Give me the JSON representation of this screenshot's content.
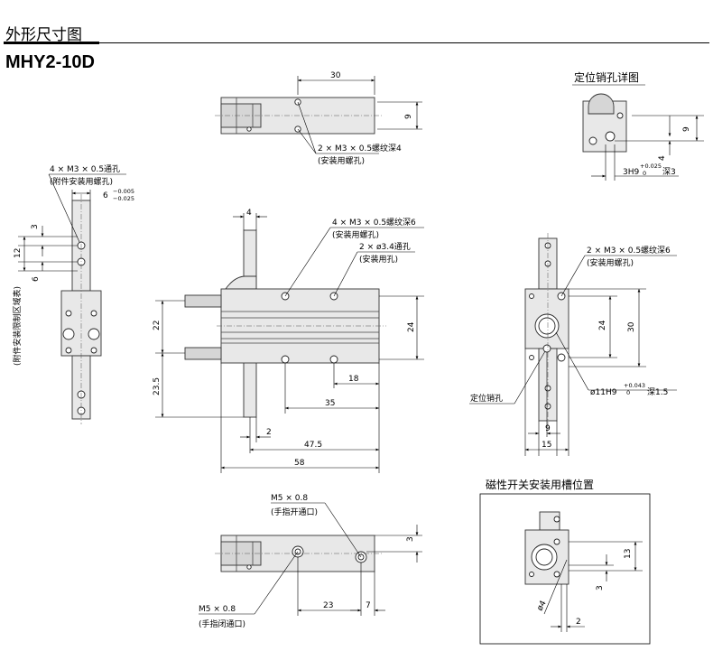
{
  "header": {
    "section_title": "外形尺寸图",
    "model": "MHY2-10D"
  },
  "top_view": {
    "dim_width": "30",
    "dim_height": "9",
    "note1": "2 × M3 × 0.5螺纹深4",
    "note2": "(安装用螺孔)"
  },
  "pin_detail": {
    "title": "定位销孔详图",
    "dim_9": "9",
    "dim_4": "4",
    "spec_main": "3H9",
    "spec_tol_up": "+0.025",
    "spec_tol_lo": "0",
    "spec_depth": "深3"
  },
  "left_view": {
    "note1": "4 × M3 × 0.5通孔",
    "note2": "(附件安装用螺孔)",
    "dim_6": "6",
    "tol_up": "−0.005",
    "tol_lo": "−0.025",
    "dim_3": "3",
    "dim_12": "12",
    "dim_6b": "6",
    "side_note": "(附件安装限制区域表)"
  },
  "front_view": {
    "dim_4": "4",
    "note_a1": "4 × M3 × 0.5螺纹深6",
    "note_a2": "(安装用螺孔)",
    "note_b1": "2 × ø3.4通孔",
    "note_b2": "(安装用孔)",
    "dim_22": "22",
    "dim_24": "24",
    "dim_23_5": "23.5",
    "dim_18": "18",
    "dim_35": "35",
    "dim_2": "2",
    "dim_47_5": "47.5",
    "dim_58": "58"
  },
  "right_view": {
    "note1": "2 × M3 × 0.5螺纹深6",
    "note2": "(安装用螺孔)",
    "dim_24": "24",
    "dim_30": "30",
    "pin_label": "定位销孔",
    "bore_main": "ø11H9",
    "bore_tol_up": "+0.043",
    "bore_tol_lo": "0",
    "bore_depth": "深1.5",
    "dim_9": "9",
    "dim_15": "15"
  },
  "bottom_view": {
    "port_open_1": "M5 × 0.8",
    "port_open_2": "(手指开通口)",
    "port_close_1": "M5 × 0.8",
    "port_close_2": "(手指闭通口)",
    "dim_3": "3",
    "dim_23": "23",
    "dim_7": "7"
  },
  "switch_groove": {
    "title": "磁性开关安装用槽位置",
    "dim_13": "13",
    "dim_3": "3",
    "dim_4": "ø4",
    "dim_2": "2"
  }
}
